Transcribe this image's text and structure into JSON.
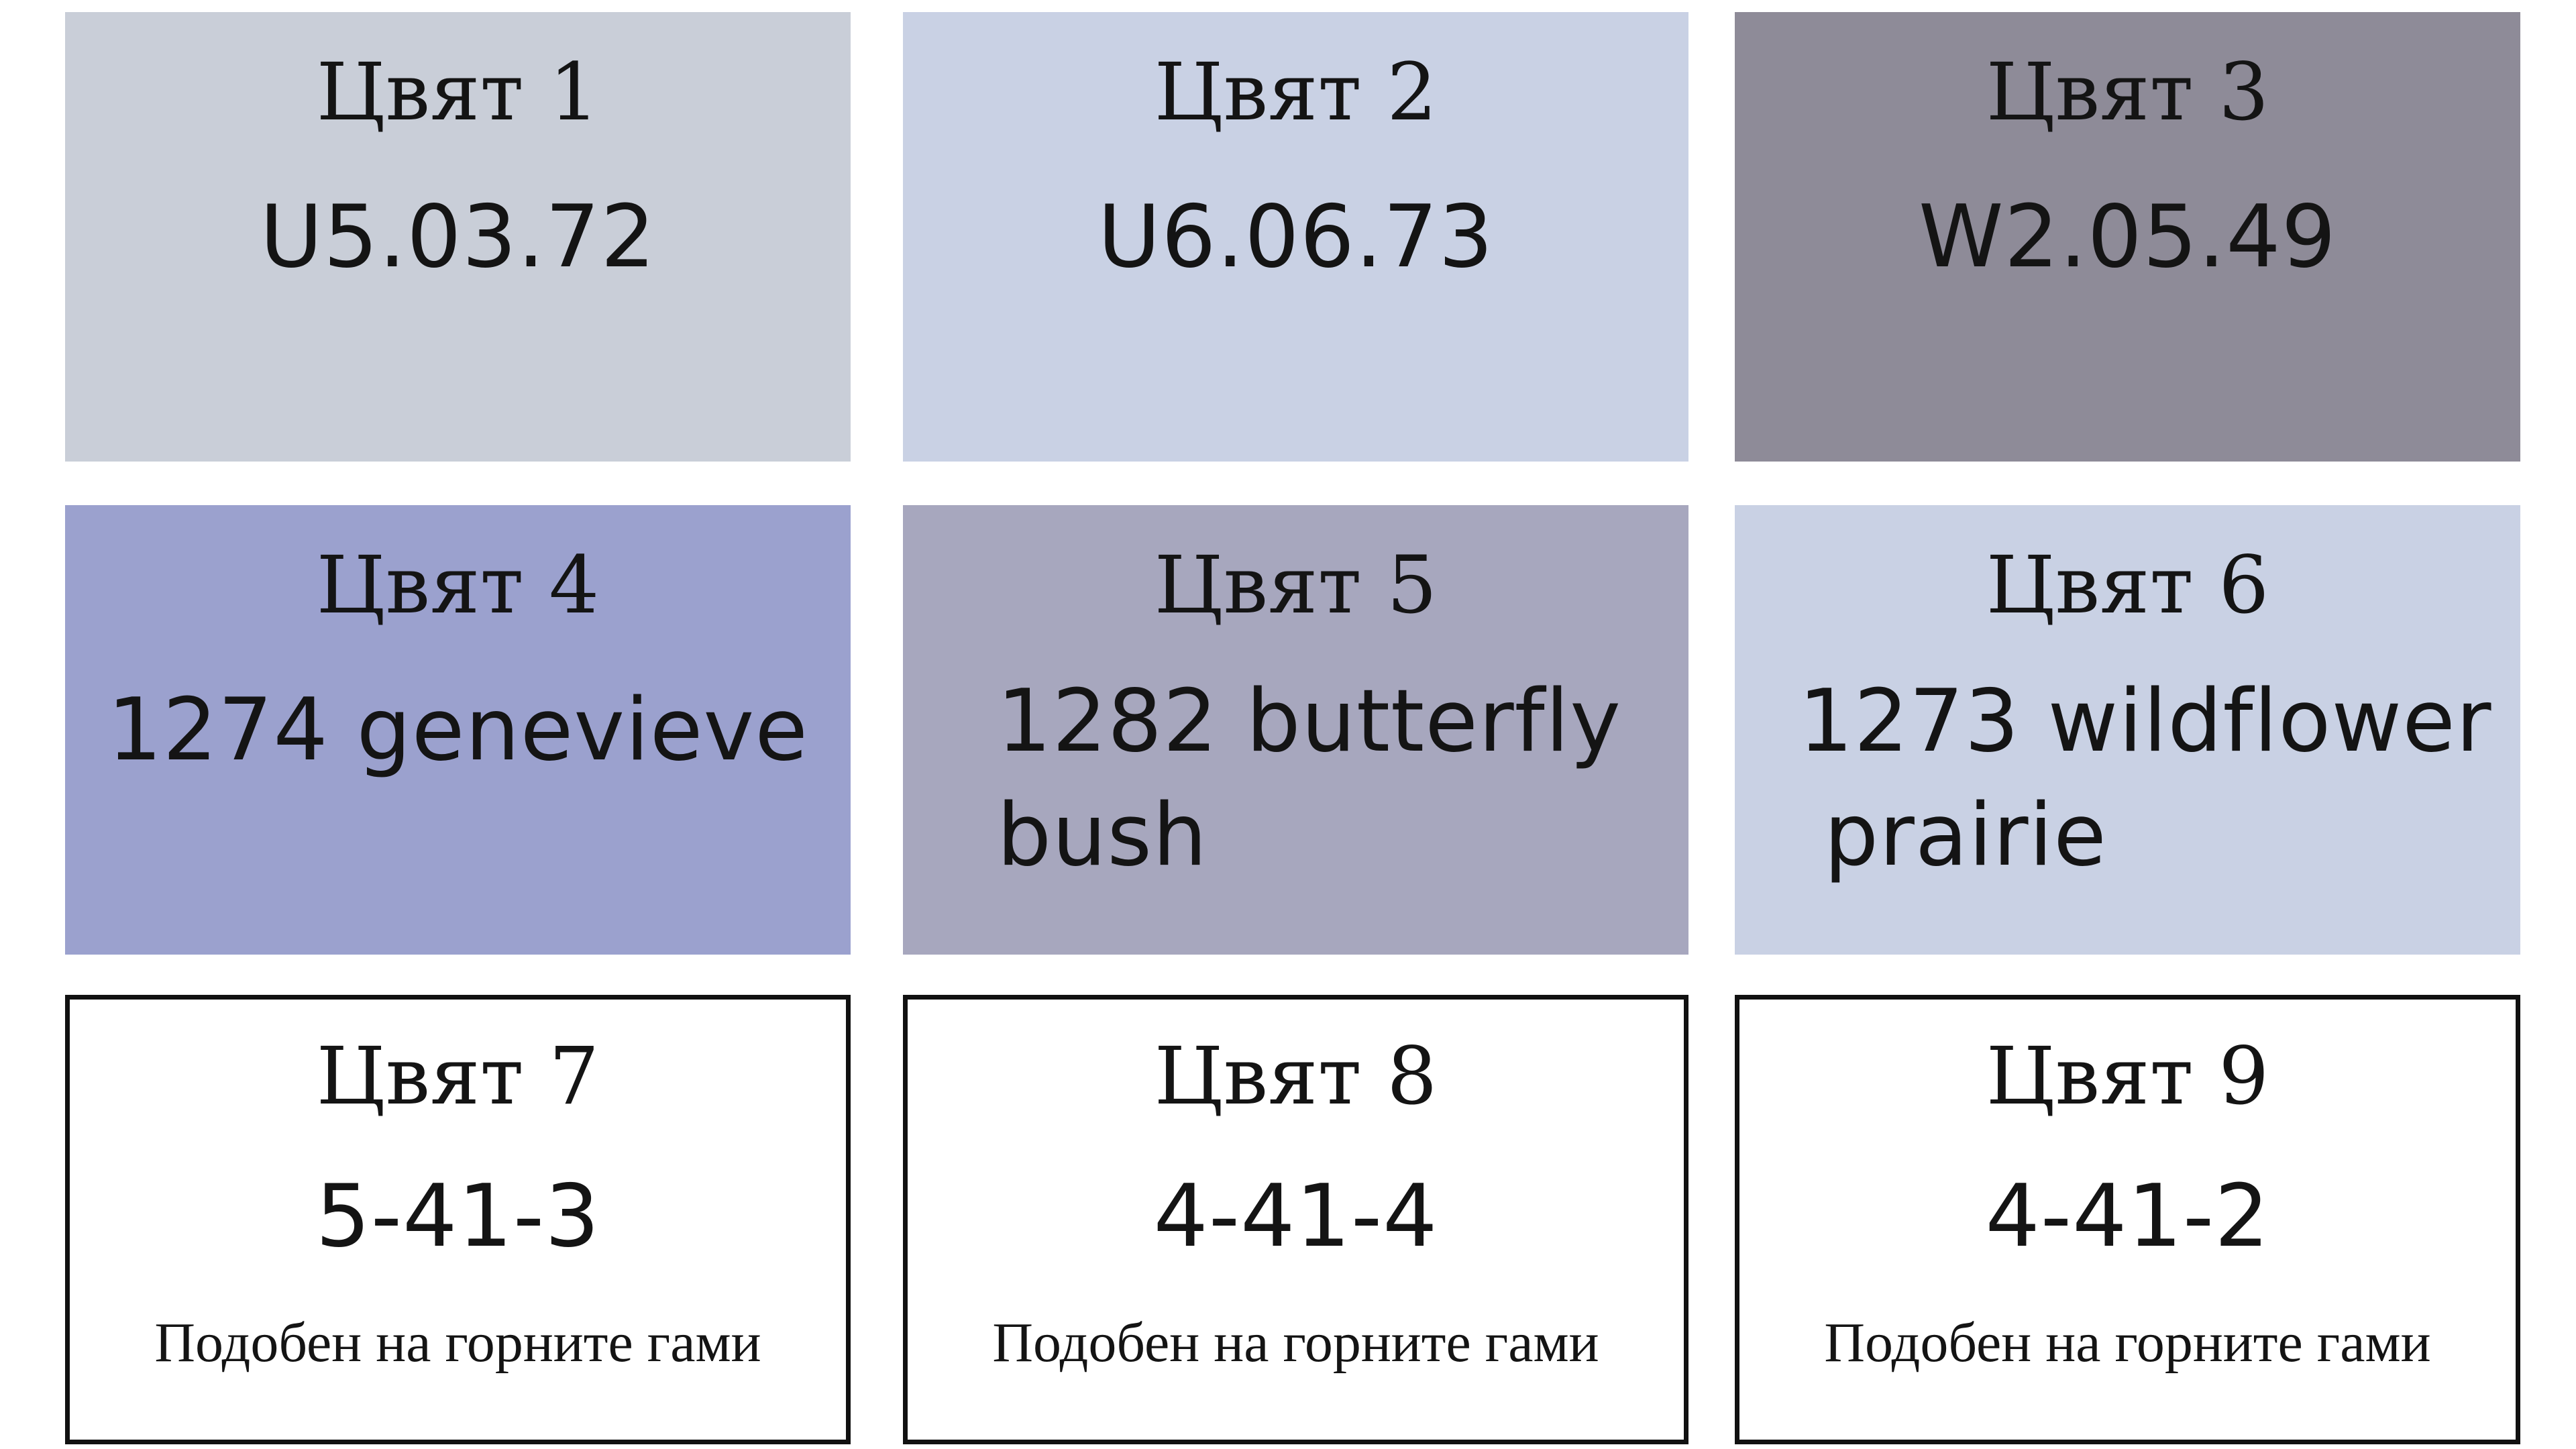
{
  "cards": [
    {
      "title": "Цвят 1",
      "code": "U5.03.72",
      "color": "#c9ced8"
    },
    {
      "title": "Цвят 2",
      "code": "U6.06.73",
      "color": "#c9d1e4"
    },
    {
      "title": "Цвят 3",
      "code": "W2.05.49",
      "color": "#8e8b98"
    },
    {
      "title": "Цвят 4",
      "code": "1274 genevieve",
      "color": "#9ba1ce"
    },
    {
      "title": "Цвят 5",
      "code_line1": "1282 butterfly",
      "code_line2": "bush",
      "color": "#a7a7be"
    },
    {
      "title": "Цвят 6",
      "code_line1": "1273 wildflower",
      "code_line2": "prairie",
      "color": "#c9d1e4"
    },
    {
      "title": "Цвят 7",
      "code": "5-41-3",
      "note": "Подобен на горните гами"
    },
    {
      "title": "Цвят 8",
      "code": "4-41-4",
      "note": "Подобен на горните гами"
    },
    {
      "title": "Цвят 9",
      "code": "4-41-2",
      "note": "Подобен на горните гами"
    }
  ],
  "colors": {
    "border": "#111111",
    "text": "#141414",
    "background": "#ffffff"
  }
}
